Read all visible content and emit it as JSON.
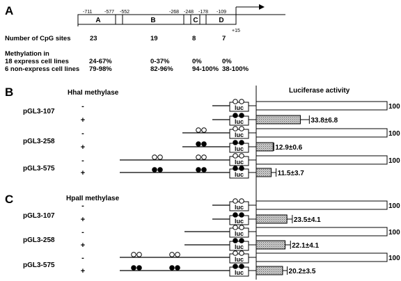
{
  "panel_a": {
    "label": "A",
    "positions": [
      "-711",
      "-577",
      "-552",
      "-268",
      "-248",
      "-178",
      "-109",
      "+15"
    ],
    "regions": [
      "A",
      "B",
      "C",
      "D"
    ],
    "cpg_heading": "Number of CpG sites",
    "cpg_counts": [
      "23",
      "19",
      "8",
      "7"
    ],
    "methylation_heading": "Methylation  in",
    "rows": [
      {
        "label": "18 express cell lines",
        "values": [
          "24-67%",
          "0-37%",
          "0%",
          "0%"
        ]
      },
      {
        "label": "6 non-express cell lines",
        "values": [
          "79-98%",
          "82-96%",
          "94-100%",
          "38-100%"
        ]
      }
    ]
  },
  "panel_b": {
    "label": "B",
    "methylase": "HhaI methylase",
    "activity_heading": "Luciferase activity",
    "constructs": [
      "pGL3-107",
      "pGL3-258",
      "pGL3-575"
    ]
  },
  "panel_c": {
    "label": "C",
    "methylase": "HpaII methylase",
    "constructs": [
      "pGL3-107",
      "pGL3-258",
      "pGL3-575"
    ]
  },
  "signs": {
    "minus": "-",
    "plus": "+"
  },
  "luc_label": "luc",
  "control_value": "100",
  "chart_data": [
    {
      "type": "bar",
      "title": "HhaI methylase",
      "categories": [
        "pGL3-107 -",
        "pGL3-107 +",
        "pGL3-258 -",
        "pGL3-258 +",
        "pGL3-575 -",
        "pGL3-575 +"
      ],
      "values": [
        100,
        33.8,
        100,
        12.9,
        100,
        11.5
      ],
      "errors": [
        null,
        6.8,
        null,
        0.6,
        null,
        3.7
      ],
      "labels": [
        "100",
        "33.8±6.8",
        "100",
        "12.9±0.6",
        "100",
        "11.5±3.7"
      ],
      "xlabel": "Luciferase activity",
      "xlim": [
        0,
        100
      ]
    },
    {
      "type": "bar",
      "title": "HpaII methylase",
      "categories": [
        "pGL3-107 -",
        "pGL3-107 +",
        "pGL3-258 -",
        "pGL3-258 +",
        "pGL3-575 -",
        "pGL3-575 +"
      ],
      "values": [
        100,
        23.5,
        100,
        22.1,
        100,
        20.2
      ],
      "errors": [
        null,
        4.1,
        null,
        4.1,
        null,
        3.5
      ],
      "labels": [
        "100",
        "23.5±4.1",
        "100",
        "22.1±4.1",
        "100",
        "20.2±3.5"
      ],
      "xlabel": "Luciferase activity",
      "xlim": [
        0,
        100
      ]
    }
  ],
  "colors": {
    "ink": "#000000",
    "bar_fill": "#b4b4b4",
    "control_fill": "#ffffff"
  }
}
